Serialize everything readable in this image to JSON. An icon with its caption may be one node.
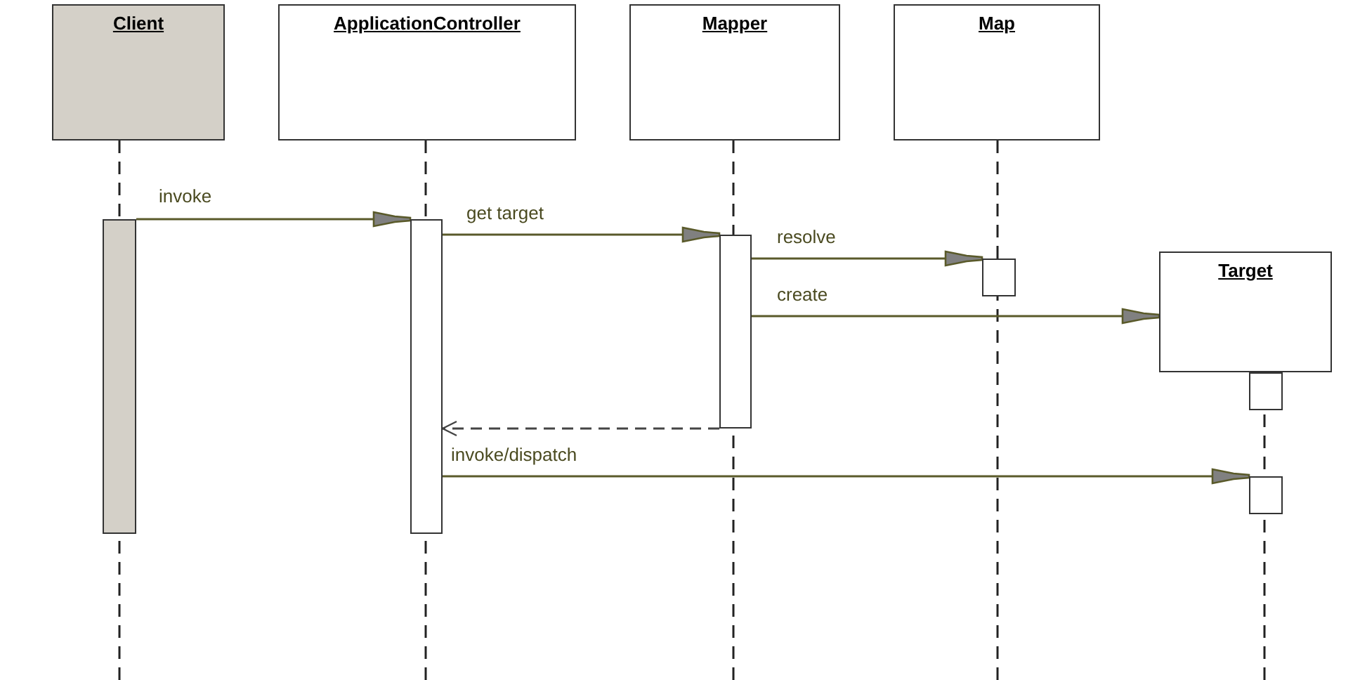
{
  "diagram": {
    "nodes": [
      {
        "text": [
          "Client"
        ]
      },
      {
        "text": [
          "ApplicationController"
        ]
      },
      {
        "text": [
          "Mapper"
        ]
      },
      {
        "text": [
          "Map"
        ]
      },
      {
        "text": [
          "Target"
        ]
      },
      {
        "text": [],
        "shape": "bar"
      },
      {
        "text": [],
        "shape": "bar"
      },
      {
        "text": [],
        "shape": "bar"
      },
      {
        "text": [],
        "shape": "bar"
      },
      {
        "text": [],
        "shape": "bar"
      },
      {
        "text": [],
        "shape": "bar"
      }
    ],
    "edges": [
      {
        "from": 5,
        "to": 6,
        "arrow": "to",
        "label": "invoke"
      },
      {
        "from": 6,
        "to": 7,
        "arrow": "to",
        "label": "get target"
      },
      {
        "from": 7,
        "to": 8,
        "arrow": "to",
        "label": "resolve"
      },
      {
        "from": 7,
        "to": 4,
        "arrow": "to",
        "label": "create"
      },
      {
        "from": 7,
        "to": 6,
        "arrow": "to",
        "style": "dashed"
      },
      {
        "from": 6,
        "to": 10,
        "arrow": "to",
        "label": "invoke/dispatch"
      }
    ]
  }
}
